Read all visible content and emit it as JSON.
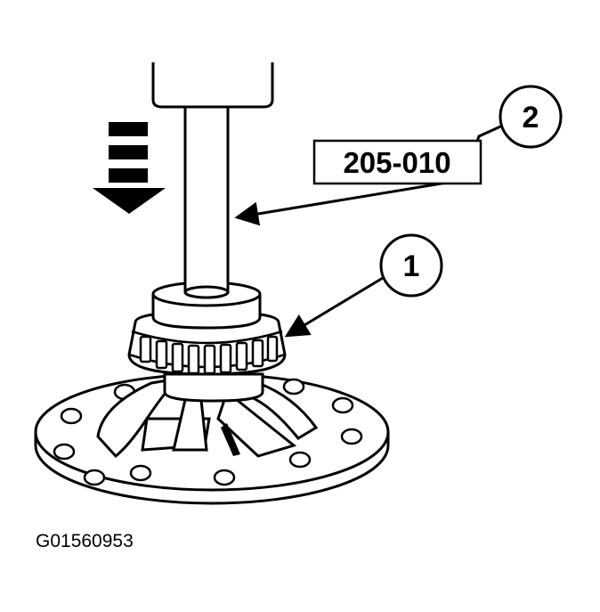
{
  "callouts": [
    {
      "number": "1"
    },
    {
      "number": "2"
    }
  ],
  "tool_label": "205-010",
  "figure_id": "G01560953",
  "colors": {
    "ink": "#000000",
    "paper": "#ffffff"
  },
  "icons": {
    "direction": "down-arrow-icon"
  }
}
